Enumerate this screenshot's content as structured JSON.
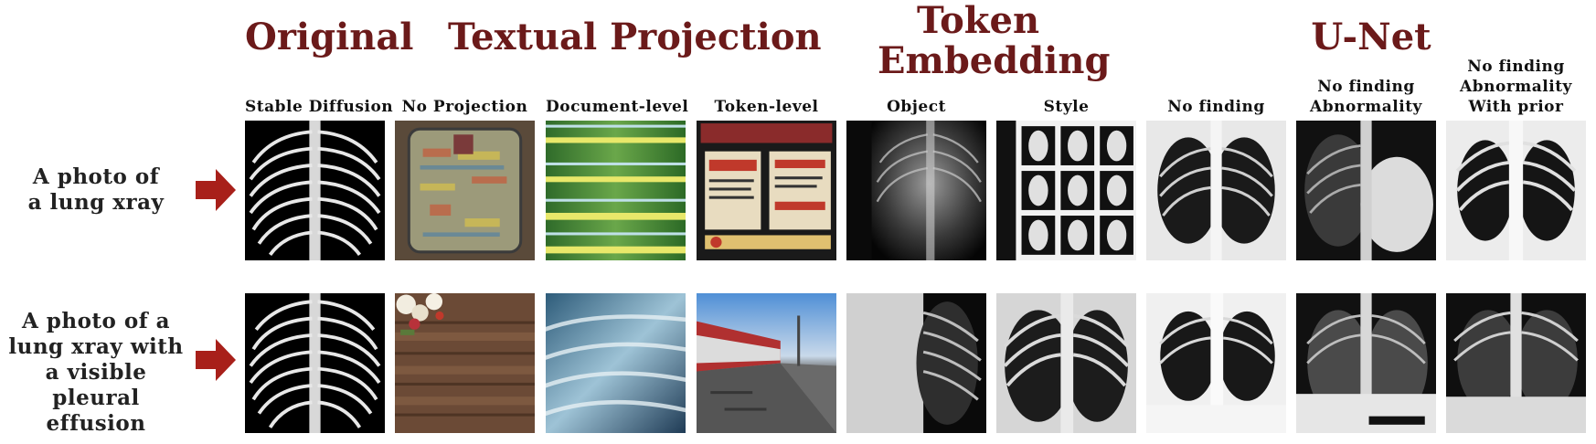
{
  "group_titles": {
    "original": "Original",
    "textual_projection": "Textual Projection",
    "token_embedding_1": "Token",
    "token_embedding_2": "Embedding",
    "unet": "U-Net"
  },
  "columns": [
    {
      "lines": [
        "Stable Diffusion"
      ]
    },
    {
      "lines": [
        "No Projection"
      ]
    },
    {
      "lines": [
        "Document-level"
      ]
    },
    {
      "lines": [
        "Token-level"
      ]
    },
    {
      "lines": [
        "Object"
      ]
    },
    {
      "lines": [
        "Style"
      ]
    },
    {
      "lines": [
        "No finding"
      ]
    },
    {
      "lines": [
        "No finding",
        "Abnormality"
      ]
    },
    {
      "lines": [
        "No finding",
        "Abnormality",
        "With prior"
      ]
    }
  ],
  "rows": [
    {
      "lines": [
        "A photo of",
        "a lung xray"
      ]
    },
    {
      "lines": [
        "A photo of a",
        "lung xray with",
        "a visible pleural",
        "effusion"
      ]
    }
  ],
  "colors": {
    "title": "#6b1a1a",
    "arrow": "#a8201a"
  },
  "images": [
    [
      "ribcage-xray-image",
      "noisy-tablet-image",
      "green-stripes-image",
      "poster-text-image",
      "chest-xray-image",
      "xray-grid-image",
      "chest-xray-image",
      "chest-xray-image",
      "chest-xray-image"
    ],
    [
      "ribcage-xray-image",
      "flowers-on-wood-image",
      "snow-texture-image",
      "street-scene-image",
      "chest-xray-image",
      "chest-xray-image",
      "chest-xray-image",
      "chest-xray-image",
      "chest-xray-image"
    ]
  ]
}
